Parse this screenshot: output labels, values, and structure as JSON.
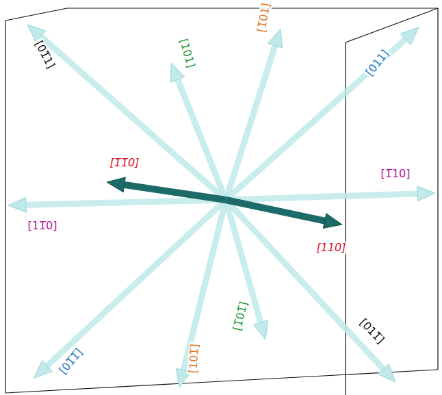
{
  "diagram": {
    "labels": [
      "[01̅1]",
      "[101]",
      "[1̅01]",
      "[011]",
      "[1̅10]",
      "[110]",
      "[1̅1̅0]",
      "[11̅0]",
      "[01̅1̅]",
      "[1̅01̅]",
      "[101̅]",
      "[011̅]"
    ]
  }
}
